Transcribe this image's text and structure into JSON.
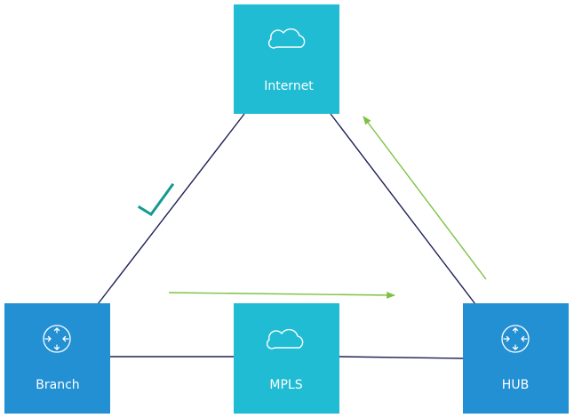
{
  "colors": {
    "cloud_node": "#1fbcd3",
    "router_node": "#2390d3",
    "link": "#1f2156",
    "path_arrow": "#7cc242",
    "check": "#129a92",
    "icon_stroke": "#ffffff"
  },
  "nodes": {
    "internet": {
      "label": "Internet",
      "icon": "cloud-icon"
    },
    "mpls": {
      "label": "MPLS",
      "icon": "cloud-icon"
    },
    "branch": {
      "label": "Branch",
      "icon": "router-icon"
    },
    "hub": {
      "label": "HUB",
      "icon": "router-icon"
    }
  },
  "links": [
    {
      "from": "branch",
      "to": "internet"
    },
    {
      "from": "internet",
      "to": "hub"
    },
    {
      "from": "branch",
      "to": "mpls"
    },
    {
      "from": "mpls",
      "to": "hub"
    }
  ],
  "path_indicators": [
    {
      "name": "mpls-path-arrow",
      "direction": "branch-to-hub"
    },
    {
      "name": "internet-return-arrow",
      "direction": "hub-to-internet"
    }
  ],
  "status_marks": [
    {
      "name": "internet-link-check-icon",
      "link": "branch-internet",
      "icon": "checkmark-icon"
    }
  ]
}
